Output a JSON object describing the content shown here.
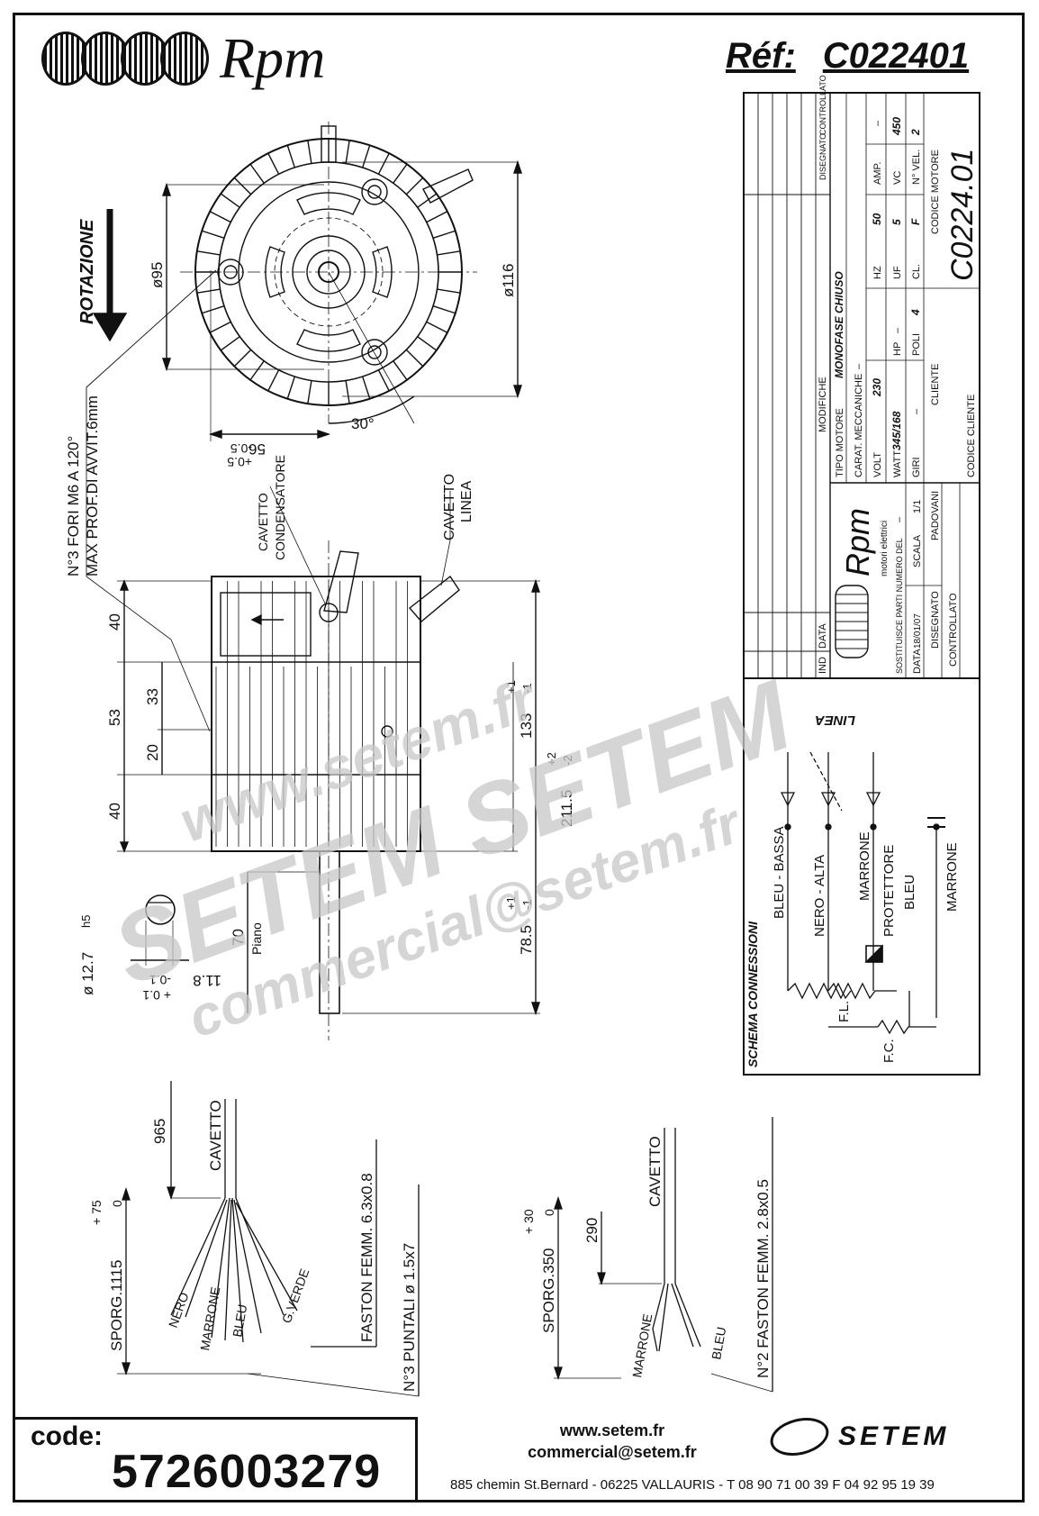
{
  "header": {
    "brand": "Rpm",
    "ref_label": "Réf:",
    "ref_value": "C022401"
  },
  "front_view": {
    "rotation": "ROTAZIONE",
    "dia_95": "ø95",
    "dia_116": "ø116",
    "angle": "30°",
    "dim_56": "56",
    "tol_56_a": "-0.5",
    "tol_56_b": "+0.5",
    "holes_line1": "N°3 FORI M6 A 120°",
    "holes_line2": "MAX PROF.DI AVVIT.6mm"
  },
  "side_view": {
    "cable_cond_1": "CAVETTO",
    "cable_cond_2": "CONDENSATORE",
    "cable_line_1": "CAVETTO",
    "cable_line_2": "LINEA",
    "d40a": "40",
    "d53": "53",
    "d33": "33",
    "d20": "20",
    "d40b": "40",
    "d133": "133",
    "t133a": "+1",
    "t133b": "-1",
    "d211": "211.5",
    "t211a": "+2",
    "t211b": "-2",
    "d78": "78.5",
    "t78a": "+1",
    "t78b": "-1",
    "d70": "70",
    "piano": "Piano",
    "shaft_dia": "ø 12.7",
    "shaft_fit": "h5",
    "flat": "11.8",
    "flat_t1": "-0.1",
    "flat_t2": "+ 0.1"
  },
  "title_block": {
    "modifiche": "MODIFICHE",
    "disegnato": "DISEGNATO",
    "controllato": "CONTROLLATO",
    "ind": "IND",
    "data": "DATA",
    "tipo_motore": "TIPO MOTORE",
    "tipo_value": "MONOFASE CHIUSO",
    "carat": "CARAT. MECCANICHE",
    "carat_value": "–",
    "volt": "VOLT",
    "volt_value": "230",
    "hz": "HZ",
    "hz_value": "50",
    "amp": "AMP.",
    "amp_value": "–",
    "watt": "WATT",
    "watt_value": "345/168",
    "hp": "HP",
    "hp_value": "–",
    "uf": "UF",
    "uf_value": "5",
    "vc": "VC",
    "vc_value": "450",
    "giri": "GIRI",
    "giri_value": "–",
    "poli": "POLI",
    "poli_value": "4",
    "cl": "CL.",
    "cl_value": "F",
    "nvel": "N° VEL.",
    "nvel_value": "2",
    "cliente": "CLIENTE",
    "codice_motore": "CODICE MOTORE",
    "codice_motore_value": "C0224.01",
    "codice_cliente": "CODICE CLIENTE",
    "rpm": "Rpm",
    "motori": "motori elettrici",
    "sostituisce": "SOSTITUISCE PARTI NUMERO DEL",
    "sost_value": "–",
    "data_label": "DATA",
    "data_value": "18/01/07",
    "scala": "SCALA",
    "scala_value": "1/1",
    "disegnato2": "DISEGNATO",
    "disegnato_value": "PADOVANI",
    "controllato2": "CONTROLLATO"
  },
  "schema": {
    "title": "SCHEMA CONNESSIONI",
    "linea": "LINEA",
    "bleu_bassa": "BLEU - BASSA",
    "nero_alta": "NERO - ALTA",
    "marrone": "MARRONE",
    "protettore": "PROTETTORE",
    "bleu": "BLEU",
    "marrone2": "MARRONE",
    "fl": "F.L.",
    "fc": "F.C."
  },
  "cable1": {
    "len": "965",
    "cavetto": "CAVETTO",
    "sporg": "SPORG.1115",
    "t1": "+ 75",
    "t2": "0",
    "nero": "NERO",
    "marrone": "MARRONE",
    "bleu": "BLEU",
    "gverde": "G.VERDE",
    "faston": "FASTON FEMM. 6.3x0.8",
    "puntali": "N°3 PUNTALI ø 1.5x7"
  },
  "cable2": {
    "len": "290",
    "cavetto": "CAVETTO",
    "sporg": "SPORG.350",
    "t1": "+ 30",
    "t2": "0",
    "marrone": "MARRONE",
    "bleu": "BLEU",
    "faston": "N°2 FASTON FEMM. 2.8x0.5"
  },
  "footer": {
    "code_label": "code:",
    "code_value": "5726003279",
    "web": "www.setem.fr",
    "email": "commercial@setem.fr",
    "address": "885 chemin St.Bernard  -  06225 VALLAURIS  -  T 08 90 71 00 39   F 04 92 95 19 39",
    "setem": "SETEM"
  },
  "watermark": {
    "w1": "www.setem.fr",
    "w2": "SETEM  SETEM",
    "w3": "commercial@setem.fr"
  }
}
